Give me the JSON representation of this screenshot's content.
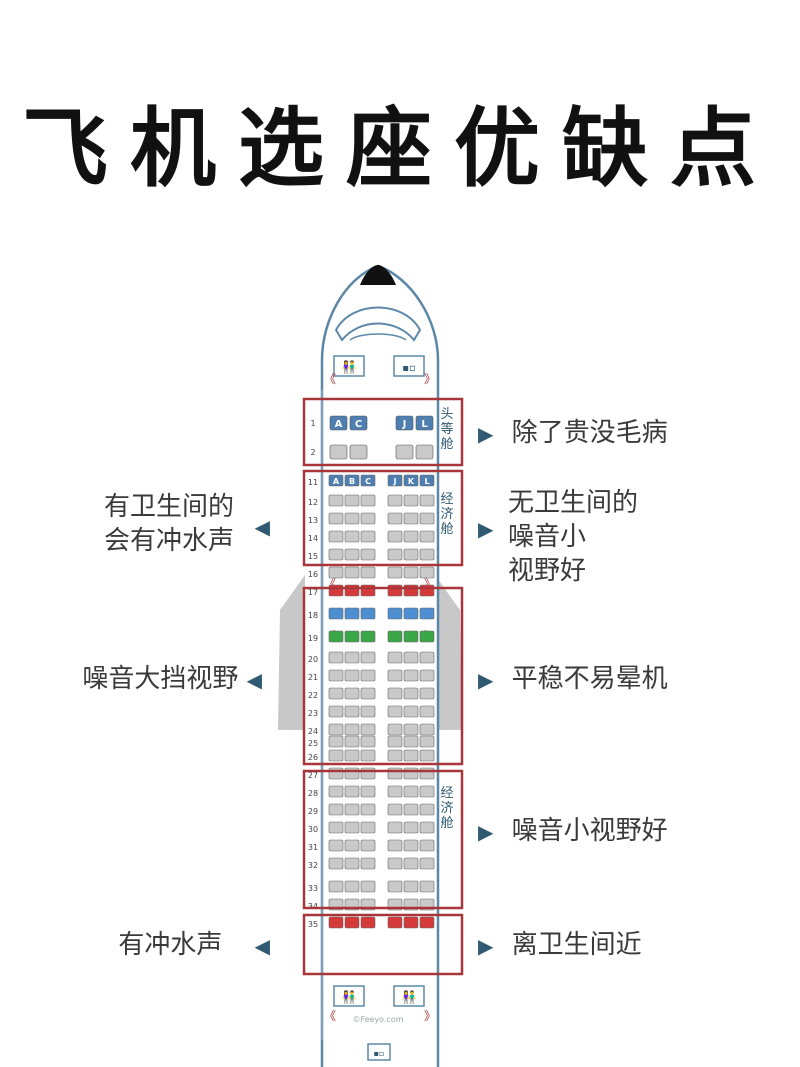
{
  "title": "飞机选座优缺点",
  "cabin_labels": {
    "first": "头等舱",
    "economy_front": "经济舱",
    "economy_rear": "经济舱"
  },
  "seat_letters": [
    "A",
    "B",
    "C",
    "J",
    "K",
    "L"
  ],
  "first_class_letters": [
    "A",
    "C",
    "J",
    "L"
  ],
  "rows": [
    {
      "row": "1",
      "type": "first-header",
      "color": "#4e7fb0"
    },
    {
      "row": "2",
      "type": "first",
      "color": "#c9c9c9"
    },
    {
      "row": "11",
      "type": "eco-header",
      "color": "#4e7fb0"
    },
    {
      "row": "12",
      "type": "eco",
      "color": "#c9c9c9"
    },
    {
      "row": "13",
      "type": "eco",
      "color": "#c9c9c9"
    },
    {
      "row": "14",
      "type": "eco",
      "color": "#c9c9c9"
    },
    {
      "row": "15",
      "type": "eco",
      "color": "#c9c9c9"
    },
    {
      "row": "16",
      "type": "eco",
      "color": "#c9c9c9"
    },
    {
      "row": "17",
      "type": "eco",
      "color": "#d43a3a"
    },
    {
      "row": "18",
      "type": "eco",
      "color": "#4d8fd1"
    },
    {
      "row": "19",
      "type": "eco",
      "color": "#3aa646"
    },
    {
      "row": "20",
      "type": "eco",
      "color": "#c9c9c9"
    },
    {
      "row": "21",
      "type": "eco",
      "color": "#c9c9c9"
    },
    {
      "row": "22",
      "type": "eco",
      "color": "#c9c9c9"
    },
    {
      "row": "23",
      "type": "eco",
      "color": "#c9c9c9"
    },
    {
      "row": "24",
      "type": "eco",
      "color": "#c9c9c9"
    },
    {
      "row": "25",
      "type": "eco",
      "color": "#c9c9c9"
    },
    {
      "row": "26",
      "type": "eco",
      "color": "#c9c9c9"
    },
    {
      "row": "27",
      "type": "eco",
      "color": "#c9c9c9"
    },
    {
      "row": "28",
      "type": "eco",
      "color": "#c9c9c9"
    },
    {
      "row": "29",
      "type": "eco",
      "color": "#c9c9c9"
    },
    {
      "row": "30",
      "type": "eco",
      "color": "#c9c9c9"
    },
    {
      "row": "31",
      "type": "eco",
      "color": "#c9c9c9"
    },
    {
      "row": "32",
      "type": "eco",
      "color": "#c9c9c9"
    },
    {
      "row": "33",
      "type": "eco",
      "color": "#c9c9c9"
    },
    {
      "row": "34",
      "type": "eco",
      "color": "#c9c9c9"
    },
    {
      "row": "35",
      "type": "eco",
      "color": "#d43a3a"
    }
  ],
  "right_notes": {
    "first": "除了贵没毛病",
    "front_eco": [
      "无卫生间的",
      "噪音小",
      "视野好"
    ],
    "wing": "平稳不易晕机",
    "rear": "噪音小视野好",
    "last": "离卫生间近"
  },
  "left_notes": {
    "front_eco": [
      "有卫生间的",
      "会有冲水声"
    ],
    "wing": "噪音大挡视野",
    "last": "有冲水声"
  },
  "watermark": "©Feeyo.com",
  "colors": {
    "fuselage": "#5b88a8",
    "box": "#a8353a",
    "accent": "#2f5a72",
    "wing": "#c8c8c8"
  },
  "icons": [
    "restroom-icon",
    "galley-icon",
    "exit-chevron-icon",
    "arrow-right-icon",
    "arrow-left-icon"
  ]
}
